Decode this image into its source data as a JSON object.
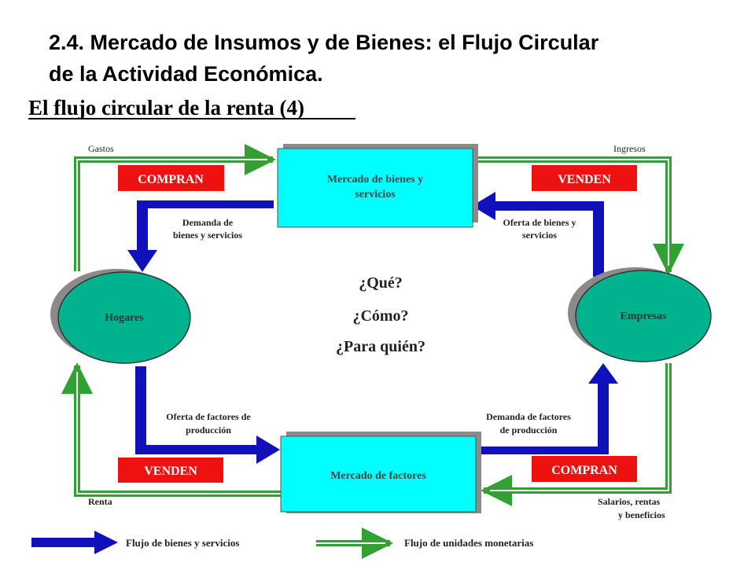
{
  "slide": {
    "title_line1": "2.4. Mercado de Insumos y de Bienes: el Flujo Circular",
    "title_line2": "de la Actividad Económica."
  },
  "diagram": {
    "heading": "El flujo circular de la renta  (4)",
    "markets": {
      "goods_line1": "Mercado de bienes y",
      "goods_line2": "servicios",
      "factors": "Mercado de factores"
    },
    "agents": {
      "households": "Hogares",
      "firms": "Empresas"
    },
    "questions": [
      "¿Qué?",
      "¿Cómo?",
      "¿Para quién?"
    ],
    "badges": {
      "top_left": "COMPRAN",
      "top_right": "VENDEN",
      "bottom_left": "VENDEN",
      "bottom_right": "COMPRAN"
    },
    "money_labels": {
      "gastos": "Gastos",
      "ingresos": "Ingresos",
      "renta": "Renta",
      "salarios_line1": "Salarios, rentas",
      "salarios_line2": "y beneficios"
    },
    "flow_labels": {
      "demand_goods_line1": "Demanda de",
      "demand_goods_line2": "bienes y servicios",
      "supply_goods_line1": "Oferta de bienes y",
      "supply_goods_line2": "servicios",
      "supply_factors_line1": "Oferta de factores de",
      "supply_factors_line2": "producción",
      "demand_factors_line1": "Demanda de factores",
      "demand_factors_line2": "de producción"
    },
    "legend": {
      "goods_flow": "Flujo de bienes y servicios",
      "money_flow": "Flujo de unidades monetarias"
    },
    "colors": {
      "market_fill": "#00ffff",
      "agent_fill": "#00b38f",
      "badge_fill": "#ee1111",
      "goods_arrow": "#1111bb",
      "money_arrow": "#44aa44",
      "shadow": "#888888"
    }
  }
}
